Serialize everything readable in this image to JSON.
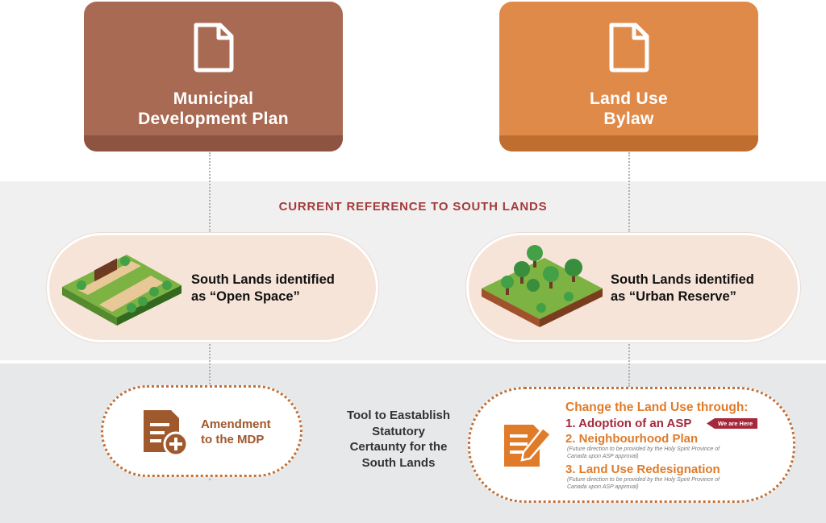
{
  "top_boxes": {
    "mdp": {
      "line1": "Municipal",
      "line2": "Development Plan",
      "color": "#a86a52",
      "shadow": "#8c5441"
    },
    "lub": {
      "line1": "Land Use",
      "line2": "Bylaw",
      "color": "#e08a4a",
      "shadow": "#c06d30"
    }
  },
  "section_label": "CURRENT REFERENCE TO SOUTH LANDS",
  "reference": {
    "open_space": {
      "line1": "South Lands identified",
      "line2": "as “Open Space”"
    },
    "urban_reserve": {
      "line1": "South Lands identified",
      "line2": "as “Urban Reserve”"
    }
  },
  "tool": {
    "line1": "Tool to Eastablish",
    "line2": "Statutory",
    "line3": "Certaunty for the",
    "line4": "South Lands"
  },
  "amendment": {
    "line1": "Amendment",
    "line2": "to the MDP"
  },
  "change": {
    "heading": "Change the Land Use through:",
    "item1": "1. Adoption of an ASP",
    "badge": "We are Here",
    "item2": "2. Neighbourhood Plan",
    "note2a": "(Future direction to be provided by the Holy Spirit Province of",
    "note2b": "Canada upon ASP approval)",
    "item3": "3. Land Use Redesignation",
    "note3a": "(Future direction to be provided by the Holy Spirit Province of",
    "note3b": "Canada upon ASP approval)"
  },
  "colors": {
    "accent_red": "#a63a3a",
    "orange": "#e07b2a",
    "brown": "#a0582d"
  }
}
